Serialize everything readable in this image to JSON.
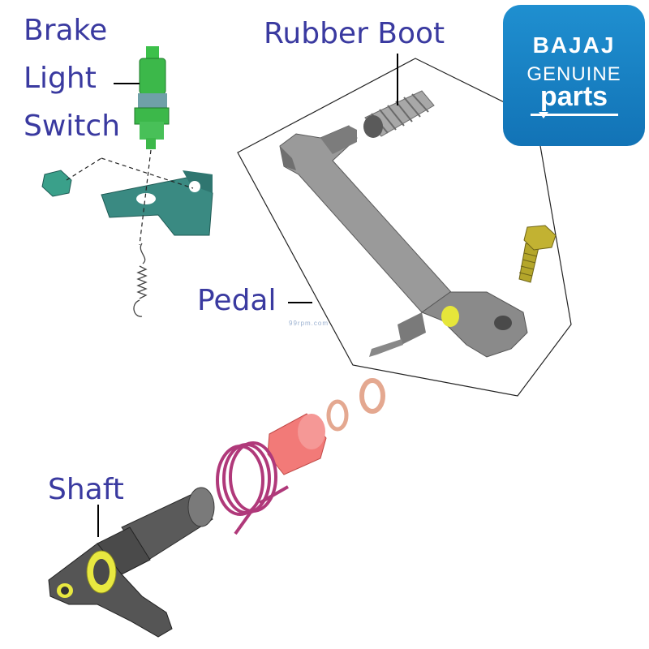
{
  "labels": {
    "brake_line1": "Brake",
    "brake_line2": "Light",
    "brake_line3": "Switch",
    "rubber_boot": "Rubber Boot",
    "pedal": "Pedal",
    "shaft": "Shaft"
  },
  "logo": {
    "brand": "BAJAJ",
    "genuine": "GENUINE",
    "parts": "parts"
  },
  "watermark": "99rpm.com",
  "colors": {
    "label_text": "#3a3aa0",
    "logo_bg": "#1273b6",
    "pedal_body": "#8c8c8c",
    "bushing": "#e8e84a",
    "spring": "#b0397a",
    "collar": "#f07a78",
    "washer": "#f0c0a8",
    "switch_green": "#3cb84a",
    "bracket_teal": "#3a8a80",
    "bolt_olive": "#b0a22a"
  }
}
